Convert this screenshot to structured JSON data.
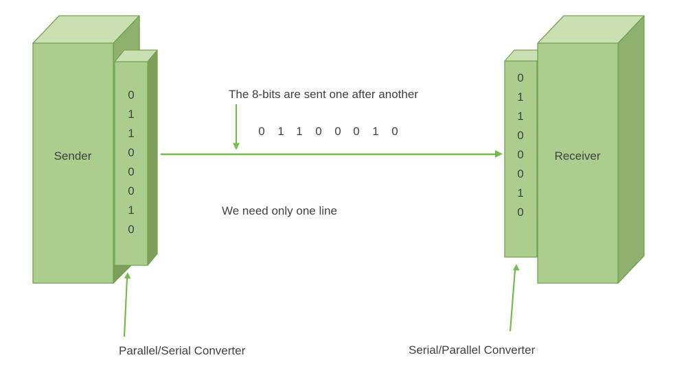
{
  "colors": {
    "face_top": "#cbe0b2",
    "face_front": "#abcd8d",
    "face_side": "#8fb06e",
    "face_dark": "#7d9f5b",
    "outline": "#74a351",
    "arrow": "#76bb4f",
    "text": "#404040"
  },
  "sender": {
    "label": "Sender",
    "bits": [
      "0",
      "1",
      "1",
      "0",
      "0",
      "0",
      "1",
      "0"
    ],
    "converter_label": "Parallel/Serial Converter"
  },
  "receiver": {
    "label": "Receiver",
    "bits": [
      "0",
      "1",
      "1",
      "0",
      "0",
      "0",
      "1",
      "0"
    ],
    "converter_label": "Serial/Parallel Converter"
  },
  "channel": {
    "caption": "The 8-bits are sent one after another",
    "serial_bits": [
      "0",
      "1",
      "1",
      "0",
      "0",
      "0",
      "1",
      "0"
    ],
    "note": "We need only one line"
  }
}
